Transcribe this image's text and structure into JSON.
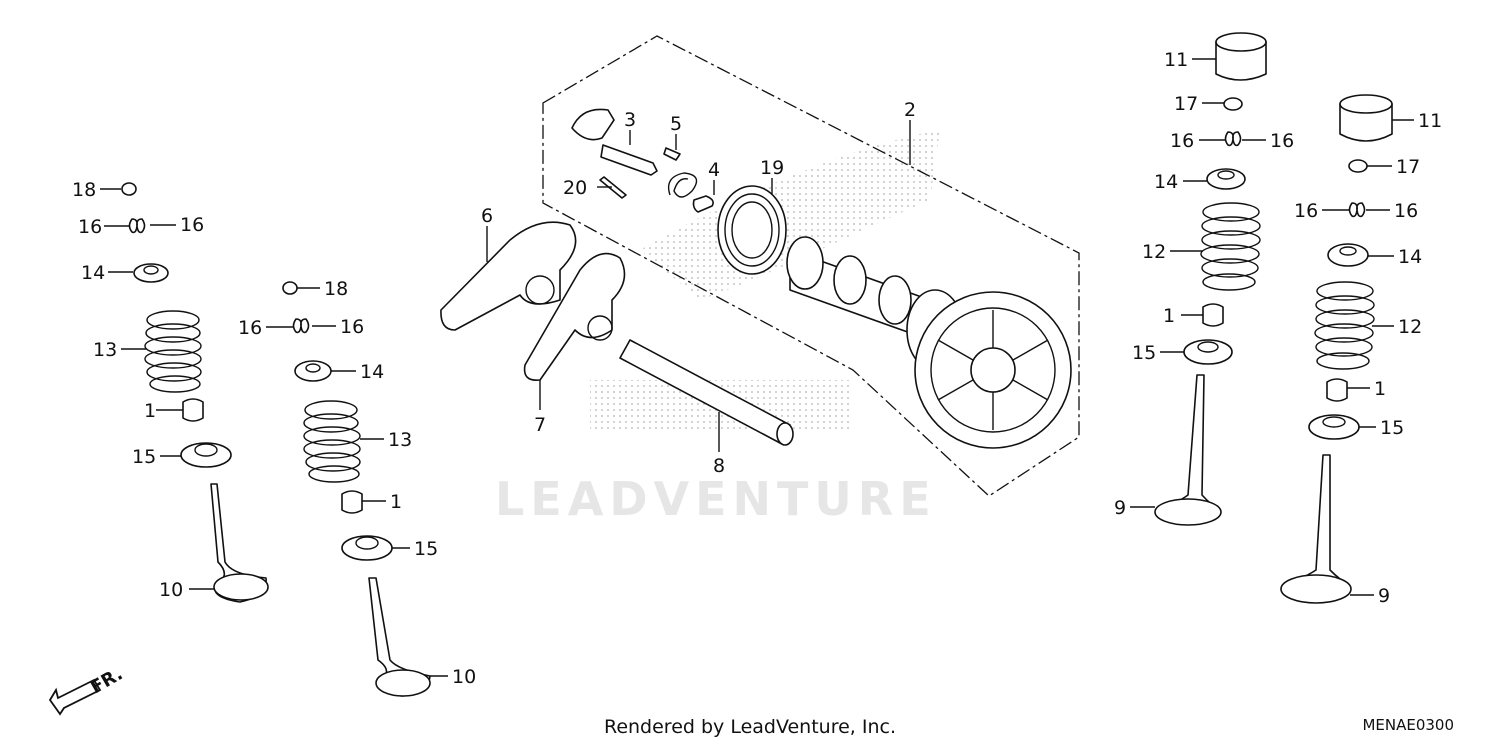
{
  "watermark": "LEADVENTURE",
  "footer": "Rendered by LeadVenture, Inc.",
  "diagram_code": "MENAE0300",
  "direction_label": "FR.",
  "callouts": {
    "c1a": "1",
    "c1b": "1",
    "c1c": "1",
    "c1d": "1",
    "c2": "2",
    "c3": "3",
    "c4": "4",
    "c5": "5",
    "c6": "6",
    "c7": "7",
    "c8": "8",
    "c9a": "9",
    "c9b": "9",
    "c10a": "10",
    "c10b": "10",
    "c11a": "11",
    "c11b": "11",
    "c12a": "12",
    "c12b": "12",
    "c13a": "13",
    "c13b": "13",
    "c14a": "14",
    "c14b": "14",
    "c14c": "14",
    "c14d": "14",
    "c15a": "15",
    "c15b": "15",
    "c15c": "15",
    "c15d": "15",
    "c16a": "16",
    "c16b": "16",
    "c16c": "16",
    "c16d": "16",
    "c16e": "16",
    "c16f": "16",
    "c16g": "16",
    "c16h": "16",
    "c17a": "17",
    "c17b": "17",
    "c18a": "18",
    "c18b": "18",
    "c19": "19",
    "c20": "20"
  }
}
